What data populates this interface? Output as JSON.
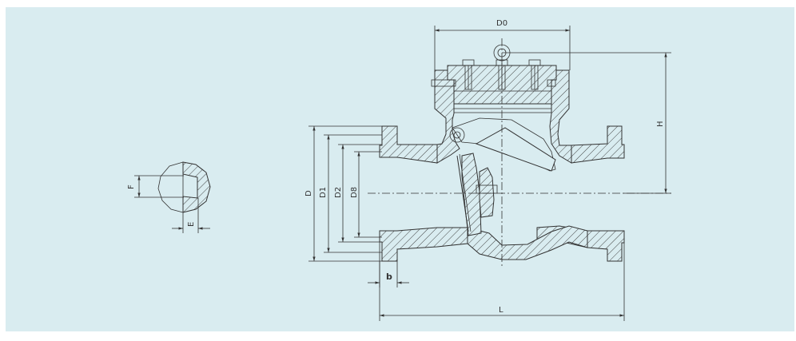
{
  "colors": {
    "background": "#d9ecf0",
    "line": "#333333",
    "hatch": "#333333"
  },
  "labels": {
    "d0": "D0",
    "h": "H",
    "d": "D",
    "d1": "D1",
    "d2": "D2",
    "d8": "D8",
    "b": "b",
    "l": "L",
    "f": "F",
    "e": "E"
  }
}
